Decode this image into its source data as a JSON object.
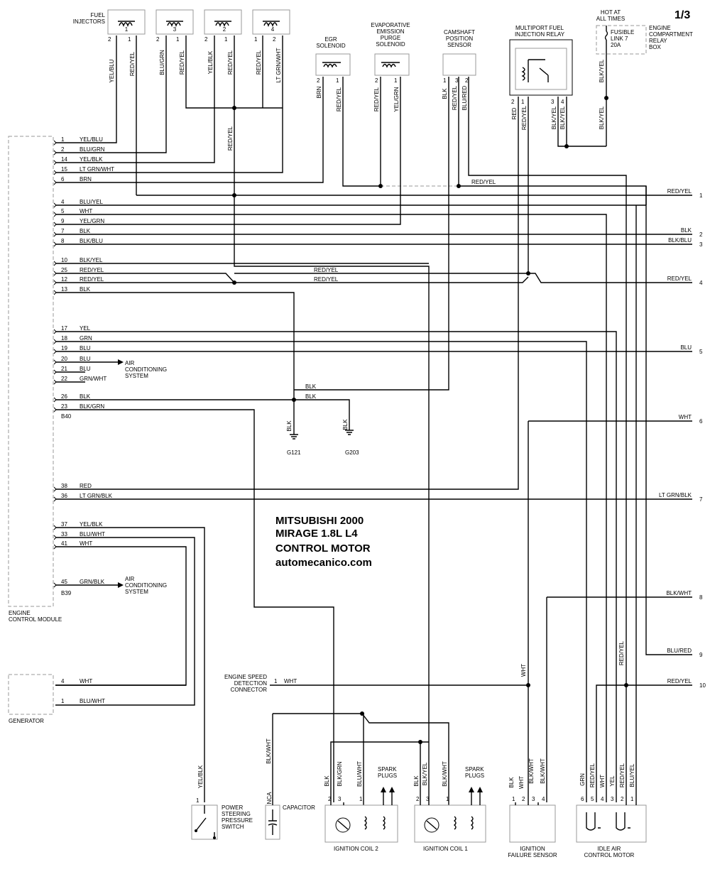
{
  "page": "1/3",
  "title_lines": [
    "MITSUBISHI 2000",
    "MIRAGE 1.8L L4",
    "CONTROL MOTOR",
    "automecanico.com"
  ],
  "components": {
    "fuel_injectors": "FUEL\nINJECTORS",
    "injector_numbers": [
      "1",
      "3",
      "2",
      "4"
    ],
    "egr_solenoid": "EGR\nSOLENOID",
    "evap_purge_solenoid": "EVAPORATIVE\nEMISSION\nPURGE\nSOLENOID",
    "camshaft_position_sensor": "CAMSHAFT\nPOSITION\nSENSOR",
    "mfi_relay": "MULTIPORT FUEL\nINJECTION RELAY",
    "hot_at_all_times": "HOT AT\nALL TIMES",
    "fusible_link": "FUSIBLE\nLINK 7\n20A",
    "relay_box": "ENGINE\nCOMPARTMENT\nRELAY\nBOX",
    "ecm": "ENGINE\nCONTROL MODULE",
    "generator": "GENERATOR",
    "air_conditioning_system": "AIR\nCONDITIONING\nSYSTEM",
    "engine_speed_connector": "ENGINE SPEED\nDETECTION\nCONNECTOR",
    "power_steering_switch": "POWER\nSTEERING\nPRESSURE\nSWITCH",
    "capacitor": "CAPACITOR",
    "ignition_coil_2": "IGNITION COIL 2",
    "ignition_coil_1": "IGNITION COIL 1",
    "spark_plugs": "SPARK\nPLUGS",
    "ignition_failure_sensor": "IGNITION\nFAILURE SENSOR",
    "idle_air_control_motor": "IDLE AIR\nCONTROL MOTOR",
    "ground_g121": "G121",
    "ground_g203": "G203",
    "connector_b40": "B40",
    "connector_b39": "B39",
    "nca": "NCA"
  },
  "ecm_pins": [
    {
      "pin": "1",
      "wire": "YEL/BLU"
    },
    {
      "pin": "2",
      "wire": "BLU/GRN"
    },
    {
      "pin": "14",
      "wire": "YEL/BLK"
    },
    {
      "pin": "15",
      "wire": "LT GRN/WHT"
    },
    {
      "pin": "6",
      "wire": "BRN"
    },
    {
      "pin": "4",
      "wire": "BLU/YEL"
    },
    {
      "pin": "5",
      "wire": "WHT"
    },
    {
      "pin": "9",
      "wire": "YEL/GRN"
    },
    {
      "pin": "7",
      "wire": "BLK"
    },
    {
      "pin": "8",
      "wire": "BLK/BLU"
    },
    {
      "pin": "10",
      "wire": "BLK/YEL"
    },
    {
      "pin": "25",
      "wire": "RED/YEL"
    },
    {
      "pin": "12",
      "wire": "RED/YEL"
    },
    {
      "pin": "13",
      "wire": "BLK"
    },
    {
      "pin": "17",
      "wire": "YEL"
    },
    {
      "pin": "18",
      "wire": "GRN"
    },
    {
      "pin": "19",
      "wire": "BLU"
    },
    {
      "pin": "20",
      "wire": "BLU"
    },
    {
      "pin": "21",
      "wire": "BLU"
    },
    {
      "pin": "22",
      "wire": "GRN/WHT"
    },
    {
      "pin": "26",
      "wire": "BLK"
    },
    {
      "pin": "23",
      "wire": "BLK/GRN"
    },
    {
      "pin": "38",
      "wire": "RED"
    },
    {
      "pin": "36",
      "wire": "LT GRN/BLK"
    },
    {
      "pin": "37",
      "wire": "YEL/BLK"
    },
    {
      "pin": "33",
      "wire": "BLU/WHT"
    },
    {
      "pin": "41",
      "wire": "WHT"
    },
    {
      "pin": "45",
      "wire": "GRN/BLK"
    }
  ],
  "generator_pins": [
    {
      "pin": "4",
      "wire": "WHT"
    },
    {
      "pin": "1",
      "wire": "BLU/WHT"
    }
  ],
  "right_edge": [
    {
      "wire": "RED/YEL",
      "ref": "1"
    },
    {
      "wire": "BLK",
      "ref": "2"
    },
    {
      "wire": "BLK/BLU",
      "ref": "3"
    },
    {
      "wire": "RED/YEL",
      "ref": "4"
    },
    {
      "wire": "BLU",
      "ref": "5"
    },
    {
      "wire": "WHT",
      "ref": "6"
    },
    {
      "wire": "LT GRN/BLK",
      "ref": "7"
    },
    {
      "wire": "BLK/WHT",
      "ref": "8"
    },
    {
      "wire": "BLU/RED",
      "ref": "9"
    },
    {
      "wire": "RED/YEL",
      "ref": "10"
    }
  ],
  "mid_labels": {
    "red_yel_a": "RED/YEL",
    "red_yel_b": "RED/YEL",
    "red_yel_c": "RED/YEL",
    "blk_a": "BLK",
    "blk_b": "BLK",
    "blk_g121": "BLK",
    "blk_g203": "BLK",
    "whtp": "WHT",
    "esdc_pin": "1",
    "esdc_wire": "WHT"
  },
  "vertical_labels": {
    "inj1": [
      "YEL/BLU",
      "RED/YEL"
    ],
    "inj3": [
      "BLU/GRN",
      "RED/YEL"
    ],
    "inj2": [
      "YEL/BLK",
      "RED/YEL"
    ],
    "inj4": [
      "RED/YEL",
      "LT GRN/WHT"
    ],
    "inj_common": "RED/YEL",
    "egr": [
      "BRN",
      "RED/YEL"
    ],
    "evap": [
      "RED/YEL",
      "YEL/GRN"
    ],
    "cam": [
      "BLK",
      "RED/YEL",
      "BLU/RED"
    ],
    "relay": [
      "RED",
      "RED/YEL",
      "BLK/YEL",
      "BLK/YEL"
    ],
    "fuse_upper": "BLK/YEL",
    "fuse_lower": "BLK/YEL",
    "ps": "YEL/BLK",
    "cap": "BLK/WHT",
    "coil2": [
      "BLK",
      "BLK/GRN",
      "BLU/WHT"
    ],
    "coil1": [
      "BLK",
      "BLK/YEL",
      "BLK/WHT"
    ],
    "ifs": [
      "BLK",
      "WHT",
      "BLK/WHT",
      "BLK/WHT"
    ],
    "iac": [
      "GRN",
      "RED/YEL",
      "WHT",
      "YEL",
      "RED/YEL",
      "BLU/YEL"
    ],
    "iac_red_yel": "RED/YEL",
    "ifs_wht": "WHT"
  },
  "pin_numbers": {
    "injector": [
      "2",
      "1"
    ],
    "inj4": [
      "1",
      "2"
    ],
    "egr": [
      "2",
      "1"
    ],
    "evap": [
      "2",
      "1"
    ],
    "cam": [
      "1",
      "3",
      "2"
    ],
    "relay": [
      "2",
      "1",
      "3",
      "4"
    ],
    "coil2": [
      "2",
      "3",
      "1"
    ],
    "coil1": [
      "2",
      "3",
      "1"
    ],
    "ifs": [
      "1",
      "2",
      "3",
      "4"
    ],
    "iac": [
      "6",
      "5",
      "4",
      "3",
      "2",
      "1"
    ],
    "ps": "1"
  }
}
